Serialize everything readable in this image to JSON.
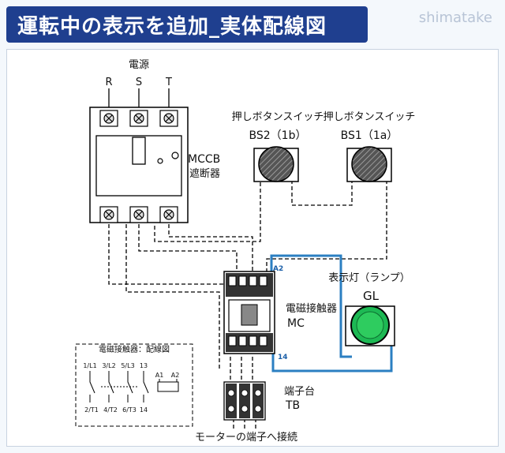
{
  "title": "運転中の表示を追加_実体配線図",
  "brand": "shimatake",
  "power_source": {
    "label": "電源",
    "phases": [
      "R",
      "S",
      "T"
    ]
  },
  "mccb": {
    "name": "MCCB",
    "subtitle": "遮断器"
  },
  "bs2": {
    "title": "押しボタンスイッチ",
    "name": "BS2（1b）"
  },
  "bs1": {
    "title": "押しボタンスイッチ",
    "name": "BS1（1a）"
  },
  "lamp": {
    "title": "表示灯（ランプ）",
    "name": "GL",
    "color": "#1db954"
  },
  "contactor": {
    "title": "電磁接触器",
    "name": "MC",
    "terminal_a2": "A2",
    "terminal_14": "14"
  },
  "terminal_block": {
    "title": "端子台",
    "name": "TB",
    "caption": "モーターの端子へ接続"
  },
  "legend": {
    "title": "電磁接触器：配線図",
    "top_labels": [
      "1/L1",
      "3/L2",
      "5/L3",
      "13",
      "A1",
      "A2"
    ],
    "bottom_labels": [
      "2/T1",
      "4/T2",
      "6/T3",
      "14"
    ]
  },
  "colors": {
    "title_bg": "#1f3f8f",
    "wire_blue": "#2b7fc2",
    "terminal_label": "#1b5fa8"
  }
}
